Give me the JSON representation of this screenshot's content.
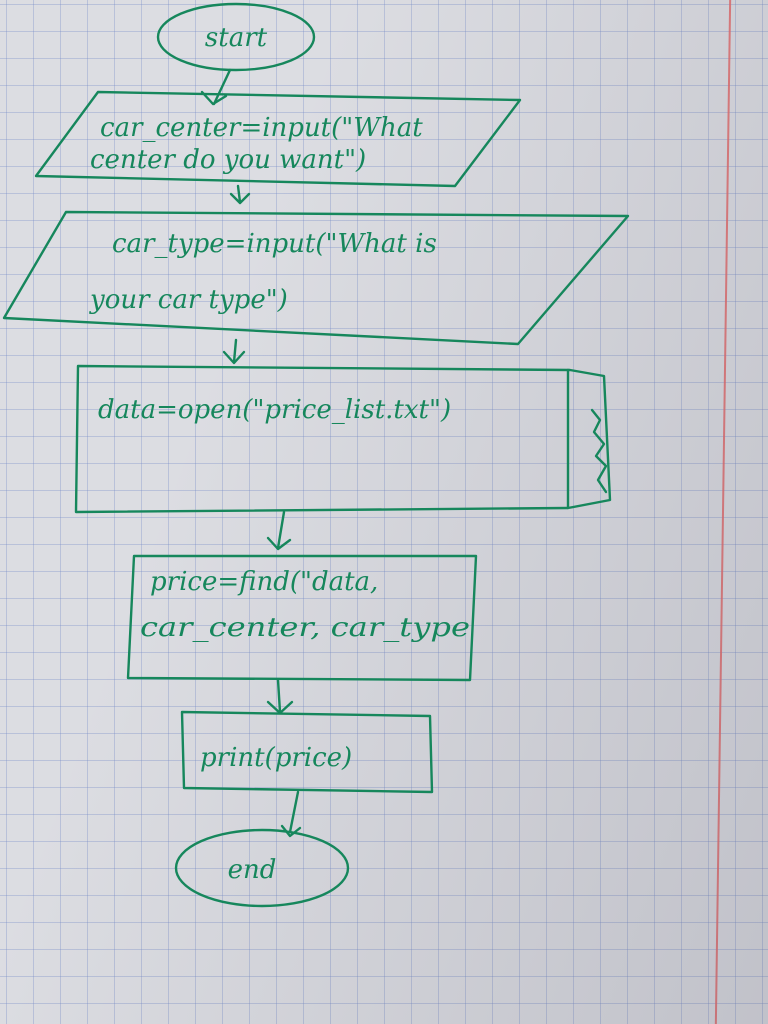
{
  "colors": {
    "ink": "#16875c",
    "paper": "#dcdde2",
    "grid": "#8a9ad0",
    "margin_line": "#e36c6c"
  },
  "flowchart": {
    "start": "start",
    "input_center": {
      "line1": "car_center=input(\"What",
      "line2": "center do you want\")"
    },
    "input_type": {
      "line1": "car_type=input(\"What is",
      "line2": "your car type\")"
    },
    "open_file": "data=open(\"price_list.txt\")",
    "find_price": {
      "line1": "price=find(\"data,",
      "line2": "car_center, car_type"
    },
    "print_price": "print(price)",
    "end": "end"
  }
}
